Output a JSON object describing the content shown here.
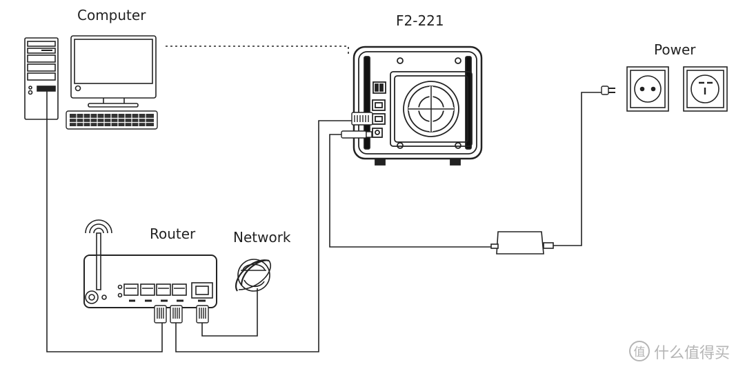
{
  "labels": {
    "computer": "Computer",
    "device": "F2-221",
    "power": "Power",
    "router": "Router",
    "network": "Network"
  },
  "watermark": {
    "text": "什么值得买",
    "logo_glyph": "值"
  },
  "colors": {
    "line": "#1a1a1a",
    "watermark": "#b5b5b5"
  }
}
